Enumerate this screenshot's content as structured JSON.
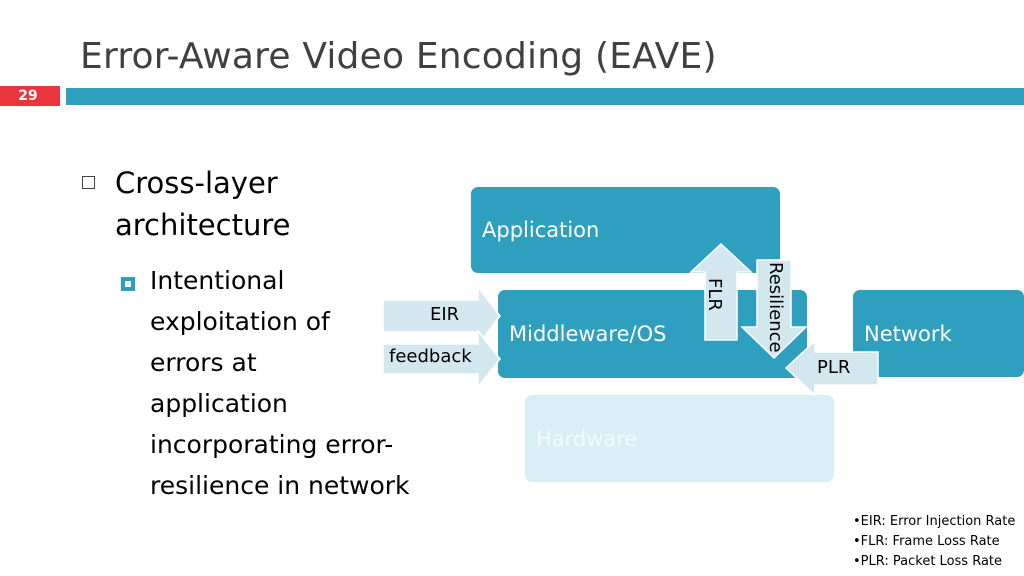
{
  "slide": {
    "title": "Error-Aware Video Encoding (EAVE)",
    "page_number": "29",
    "bullet1": "Cross-layer architecture",
    "bullet1_lines": [
      "Cross-layer",
      "architecture"
    ],
    "bullet2": "Intentional exploitation of errors at application incorporating error-resilience in network",
    "bullet2_lines": [
      "Intentional",
      "exploitation of",
      "errors at",
      "application",
      "incorporating error-",
      "resilience in network"
    ]
  },
  "diagram": {
    "boxes": {
      "application": "Application",
      "middleware": "Middleware/OS",
      "network": "Network",
      "hardware": "Hardware"
    },
    "arrows": {
      "eir": "EIR",
      "feedback": "feedback",
      "flr": "FLR",
      "resilience": "Resilience",
      "plr": "PLR"
    },
    "colors": {
      "box": "#2e9fbf",
      "box_faded": "#d8eef5",
      "arrow_fill": "#d3e7ef",
      "accent_red": "#e8363c"
    }
  },
  "footnotes": [
    "•EIR: Error Injection Rate",
    "•FLR: Frame Loss Rate",
    "•PLR: Packet Loss Rate"
  ]
}
